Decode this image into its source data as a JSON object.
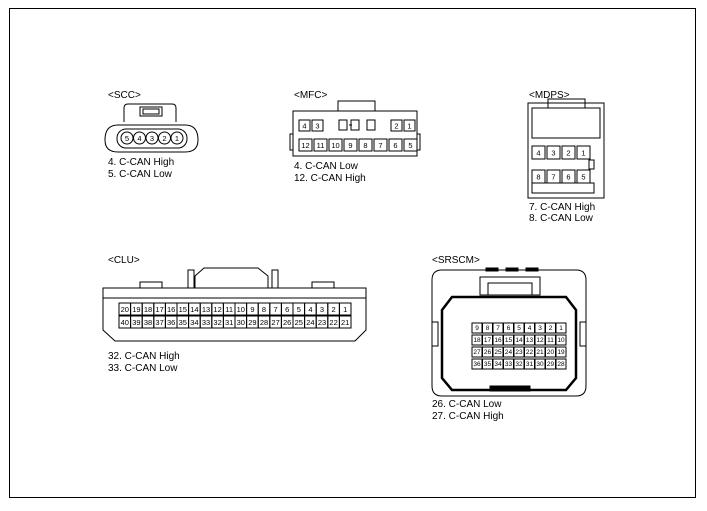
{
  "connectors": {
    "scc": {
      "title": "<SCC>",
      "pins": [
        "5",
        "4",
        "3",
        "2",
        "1"
      ],
      "notes": [
        "4. C-CAN High",
        "5. C-CAN Low"
      ]
    },
    "mfc": {
      "title": "<MFC>",
      "pins_top": [
        "4",
        "3",
        "2",
        "1"
      ],
      "pins_bottom": [
        "12",
        "11",
        "10",
        "9",
        "8",
        "7",
        "6",
        "5"
      ],
      "notes": [
        "4. C-CAN Low",
        "12. C-CAN High"
      ]
    },
    "mdps": {
      "title": "<MDPS>",
      "pins_top": [
        "4",
        "3",
        "2",
        "1"
      ],
      "pins_bottom": [
        "8",
        "7",
        "6",
        "5"
      ],
      "notes": [
        "7. C-CAN High",
        "8. C-CAN Low"
      ]
    },
    "clu": {
      "title": "<CLU>",
      "row1": [
        "20",
        "19",
        "18",
        "17",
        "16",
        "15",
        "14",
        "13",
        "12",
        "11",
        "10",
        "9",
        "8",
        "7",
        "6",
        "5",
        "4",
        "3",
        "2",
        "1"
      ],
      "row2": [
        "40",
        "39",
        "38",
        "37",
        "36",
        "35",
        "34",
        "33",
        "32",
        "31",
        "30",
        "29",
        "28",
        "27",
        "26",
        "25",
        "24",
        "23",
        "22",
        "21"
      ],
      "notes": [
        "32. C-CAN High",
        "33. C-CAN Low"
      ]
    },
    "srscm": {
      "title": "<SRSCM>",
      "row1": [
        "9",
        "8",
        "7",
        "6",
        "5",
        "4",
        "3",
        "2",
        "1"
      ],
      "row2": [
        "18",
        "17",
        "16",
        "15",
        "14",
        "13",
        "12",
        "11",
        "10"
      ],
      "row3": [
        "27",
        "26",
        "25",
        "24",
        "23",
        "22",
        "21",
        "20",
        "19"
      ],
      "row4": [
        "36",
        "35",
        "34",
        "33",
        "32",
        "31",
        "30",
        "29",
        "28"
      ],
      "notes": [
        "26. C-CAN Low",
        "27. C-CAN High"
      ]
    }
  }
}
